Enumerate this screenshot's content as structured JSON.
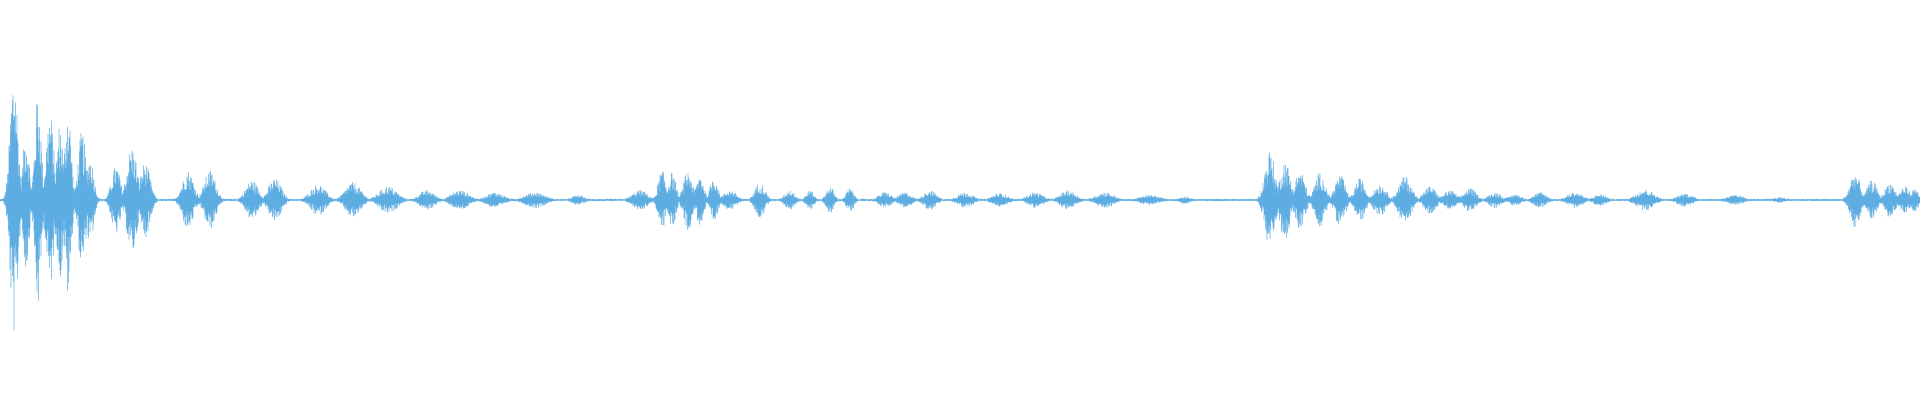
{
  "waveform": {
    "color": "#5DADE2",
    "background": "#FFFFFF",
    "description_visible_text": "",
    "segments": [
      {
        "id": "burst-1",
        "peak_scale": 1.0
      },
      {
        "id": "burst-2",
        "peak_scale": 0.32
      },
      {
        "id": "burst-3",
        "peak_scale": 0.55
      },
      {
        "id": "burst-4",
        "peak_scale": 0.45
      }
    ]
  }
}
